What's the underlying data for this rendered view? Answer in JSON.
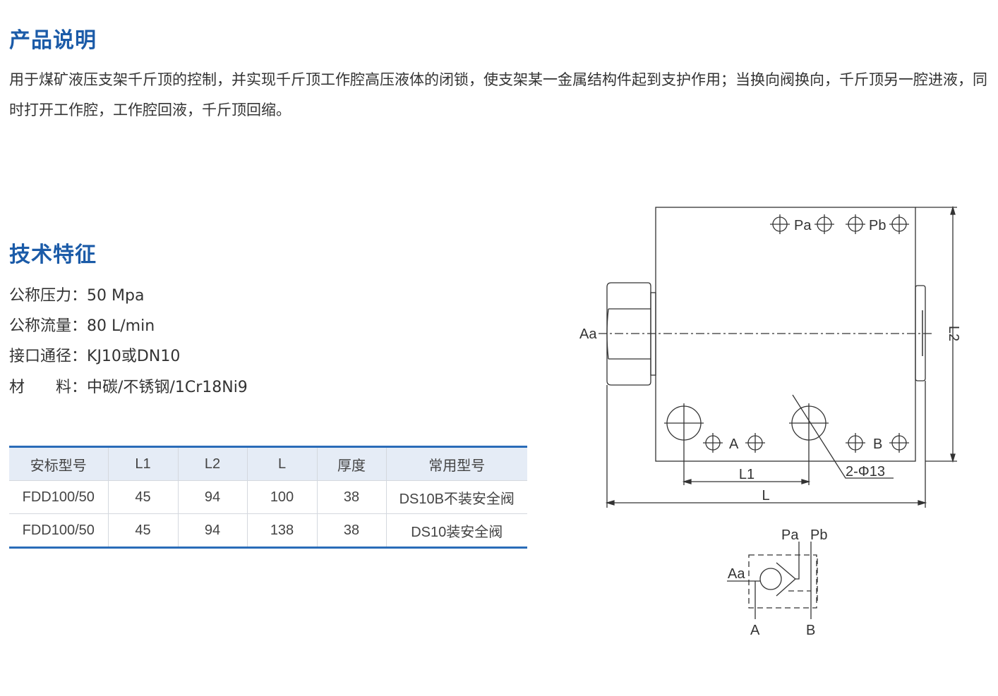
{
  "section1": {
    "title": "产品说明",
    "description": "用于煤矿液压支架千斤顶的控制，并实现千斤顶工作腔高压液体的闭锁，使支架某一金属结构件起到支护作用；当换向阀换向，千斤顶另一腔进液，同时打开工作腔，工作腔回液，千斤顶回缩。"
  },
  "section2": {
    "title": "技术特征",
    "specs": [
      {
        "label": "公称压力：",
        "value": "50 Mpa"
      },
      {
        "label": "公称流量：",
        "value": "80 L/min"
      },
      {
        "label": "接口通径：",
        "value": "KJ10或DN10"
      },
      {
        "label": "材　　料：",
        "value": "中碳/不锈钢/1Cr18Ni9"
      }
    ]
  },
  "table": {
    "headers": [
      "安标型号",
      "L1",
      "L2",
      "L",
      "厚度",
      "常用型号"
    ],
    "rows": [
      [
        "FDD100/50",
        "45",
        "94",
        "100",
        "38",
        "DS10B不装安全阀"
      ],
      [
        "FDD100/50",
        "45",
        "94",
        "138",
        "38",
        "DS10装安全阀"
      ]
    ]
  },
  "drawing": {
    "labels": {
      "aa": "Aa",
      "pa": "Pa",
      "pb": "Pb",
      "a": "A",
      "b": "B",
      "l1": "L1",
      "l2": "L2",
      "l": "L",
      "holes": "2-Φ13"
    }
  },
  "symbol": {
    "labels": {
      "aa": "Aa",
      "pa": "Pa",
      "pb": "Pb",
      "a": "A",
      "b": "B"
    }
  },
  "colors": {
    "heading": "#1b5ba8",
    "table_rule": "#2a6cb8",
    "table_header_bg": "#e5ecf6"
  }
}
